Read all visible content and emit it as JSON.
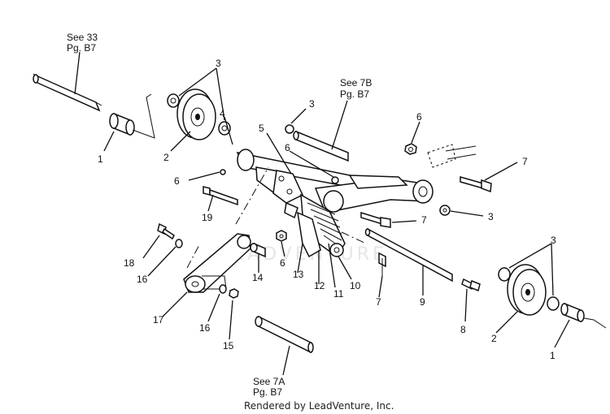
{
  "refs": {
    "see33_a": "See 33",
    "see33_b": "Pg. B7",
    "see7b_a": "See 7B",
    "see7b_b": "Pg. B7",
    "see7a_a": "See 7A",
    "see7a_b": "Pg. B7"
  },
  "labels": {
    "n1a": "1",
    "n1b": "1",
    "n2a": "2",
    "n2b": "2",
    "n3a": "3",
    "n3b": "3",
    "n3c": "3",
    "n3d": "3",
    "n4": "4",
    "n5": "5",
    "n6a": "6",
    "n6b": "6",
    "n6c": "6",
    "n6d": "6",
    "n7a": "7",
    "n7b": "7",
    "n7c": "7",
    "n8": "8",
    "n9": "9",
    "n10": "10",
    "n11": "11",
    "n12": "12",
    "n13": "13",
    "n14": "14",
    "n15": "15",
    "n16a": "16",
    "n16b": "16",
    "n17": "17",
    "n18": "18",
    "n19": "19"
  },
  "watermark": "LEADVENTURE",
  "credit": "Rendered by LeadVenture, Inc."
}
